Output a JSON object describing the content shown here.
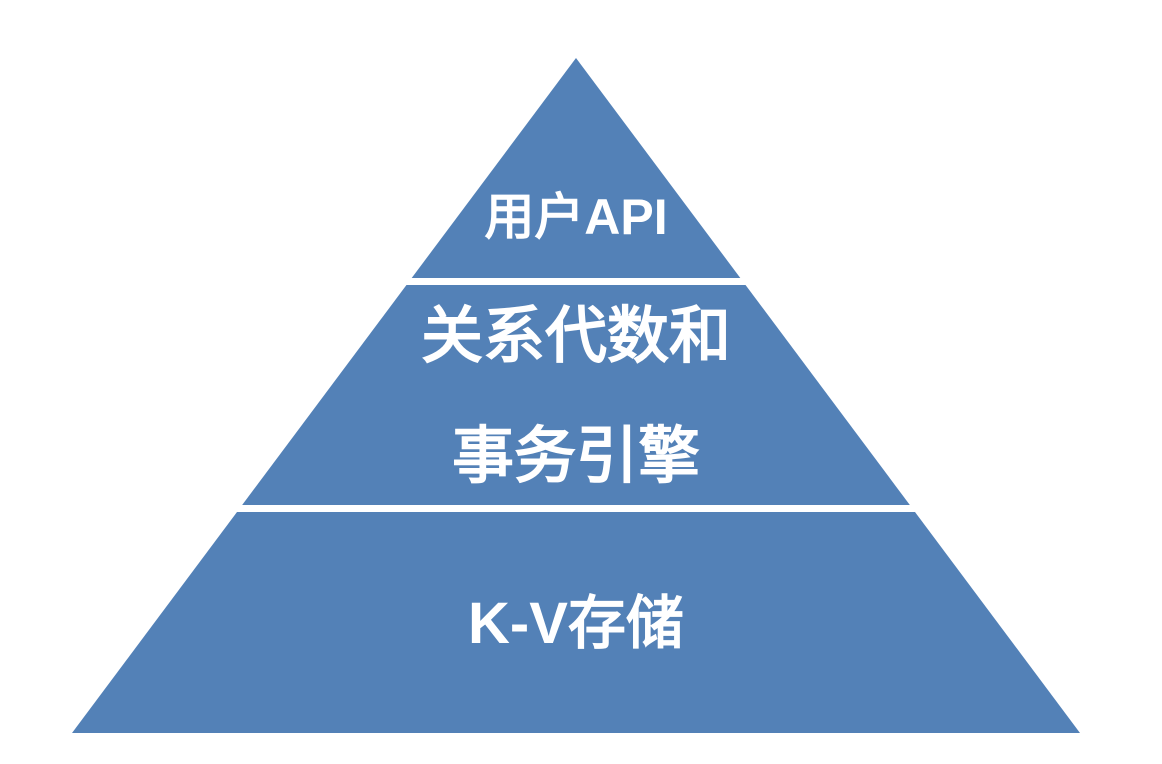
{
  "diagram": {
    "type": "pyramid",
    "tier_count": 3,
    "colors": {
      "tier_fill": "#5381B7",
      "text": "#FFFFFF",
      "background": "#FFFFFF"
    },
    "tiers": [
      {
        "id": "top",
        "label": "用户API",
        "lines": [
          "用户API"
        ]
      },
      {
        "id": "middle",
        "label": "关系代数和 事务引擎",
        "lines": [
          "关系代数和",
          "事务引擎"
        ]
      },
      {
        "id": "bottom",
        "label": "K-V存储",
        "lines": [
          "K-V存储"
        ]
      }
    ]
  }
}
